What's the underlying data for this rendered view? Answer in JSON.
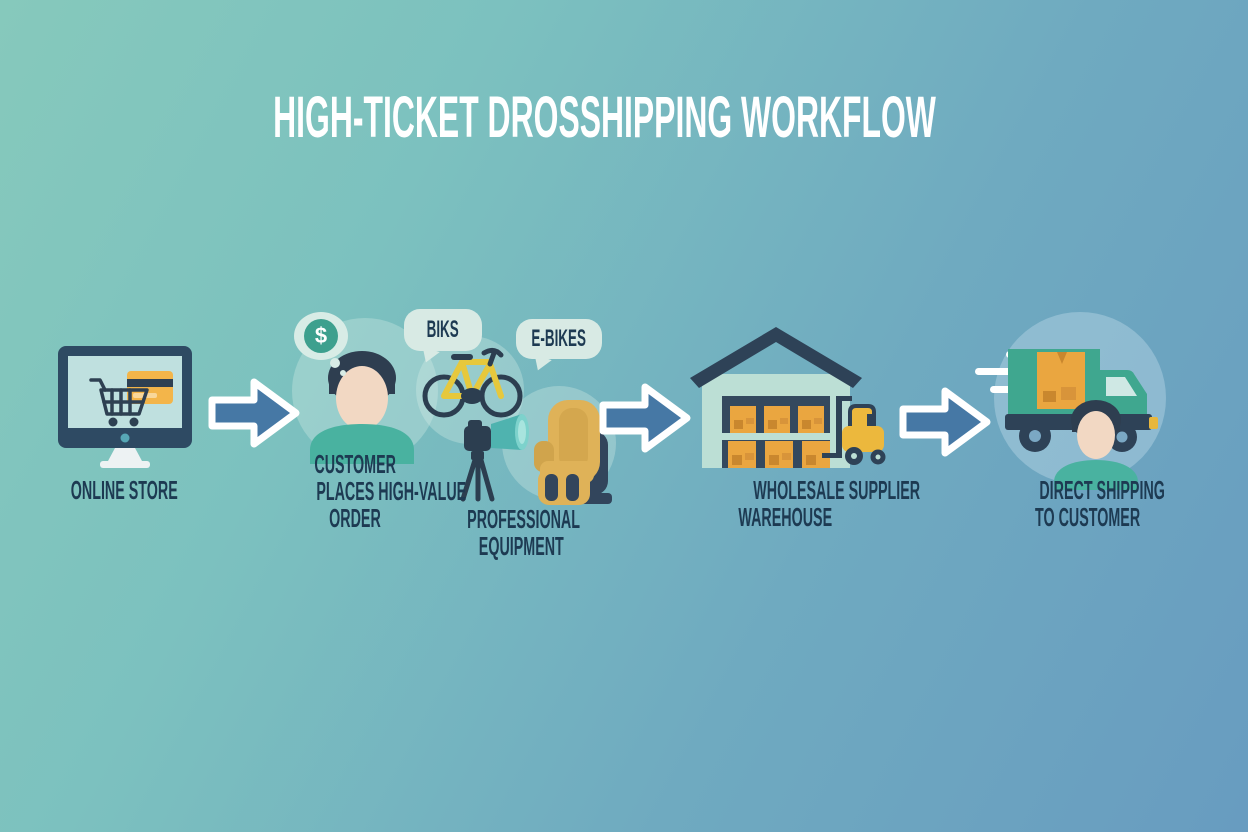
{
  "title": "HIGH-TICKET DROSSHIPPING WORKFLOW",
  "steps": {
    "online_store": {
      "label": "ONLINE STORE"
    },
    "customer_order": {
      "line1": "CUSTOMER",
      "line2": "PLACES HIGH-VALUE",
      "line3": "ORDER"
    },
    "professional_equipment": {
      "line1": "PROFESSIONAL",
      "line2": "EQUIPMENT"
    },
    "warehouse": {
      "line1": "WHOLESALE SUPPLIER",
      "line2": "WAREHOUSE"
    },
    "shipping": {
      "line1": "DIRECT SHIPPING",
      "line2": "TO CUSTOMER"
    }
  },
  "bubbles": {
    "dollar_symbol": "$",
    "bike_label": "BIKS",
    "ebike_label": "E-BIKES"
  },
  "icons": [
    "online-store-monitor-icon",
    "shopping-cart-icon",
    "credit-card-icon",
    "flow-arrow-icon",
    "customer-avatar",
    "dollar-thought-bubble",
    "bicycle-icon",
    "camera-tripod-icon",
    "massage-chair-icon",
    "warehouse-icon",
    "forklift-icon",
    "delivery-truck-icon",
    "speed-lines-icon",
    "package-box-icon"
  ],
  "colors": {
    "background_top_left": "#86C9BC",
    "background_bottom_right": "#689CC0",
    "title_text": "#FFFFFF",
    "label_text": "#1D3A52",
    "arrow_fill": "#4678A5",
    "arrow_outline": "#FFFFFF",
    "dark_navy": "#2E4257",
    "accent_orange": "#EAA640",
    "accent_yellow": "#E6C83D",
    "accent_gold": "#DFB258",
    "accent_teal": "#3FA78F",
    "shirt_teal": "#49B2A0",
    "skin": "#F2D8C3",
    "screen_mint": "#BFE0DF",
    "bubble_mint": "#D8EAE4"
  }
}
